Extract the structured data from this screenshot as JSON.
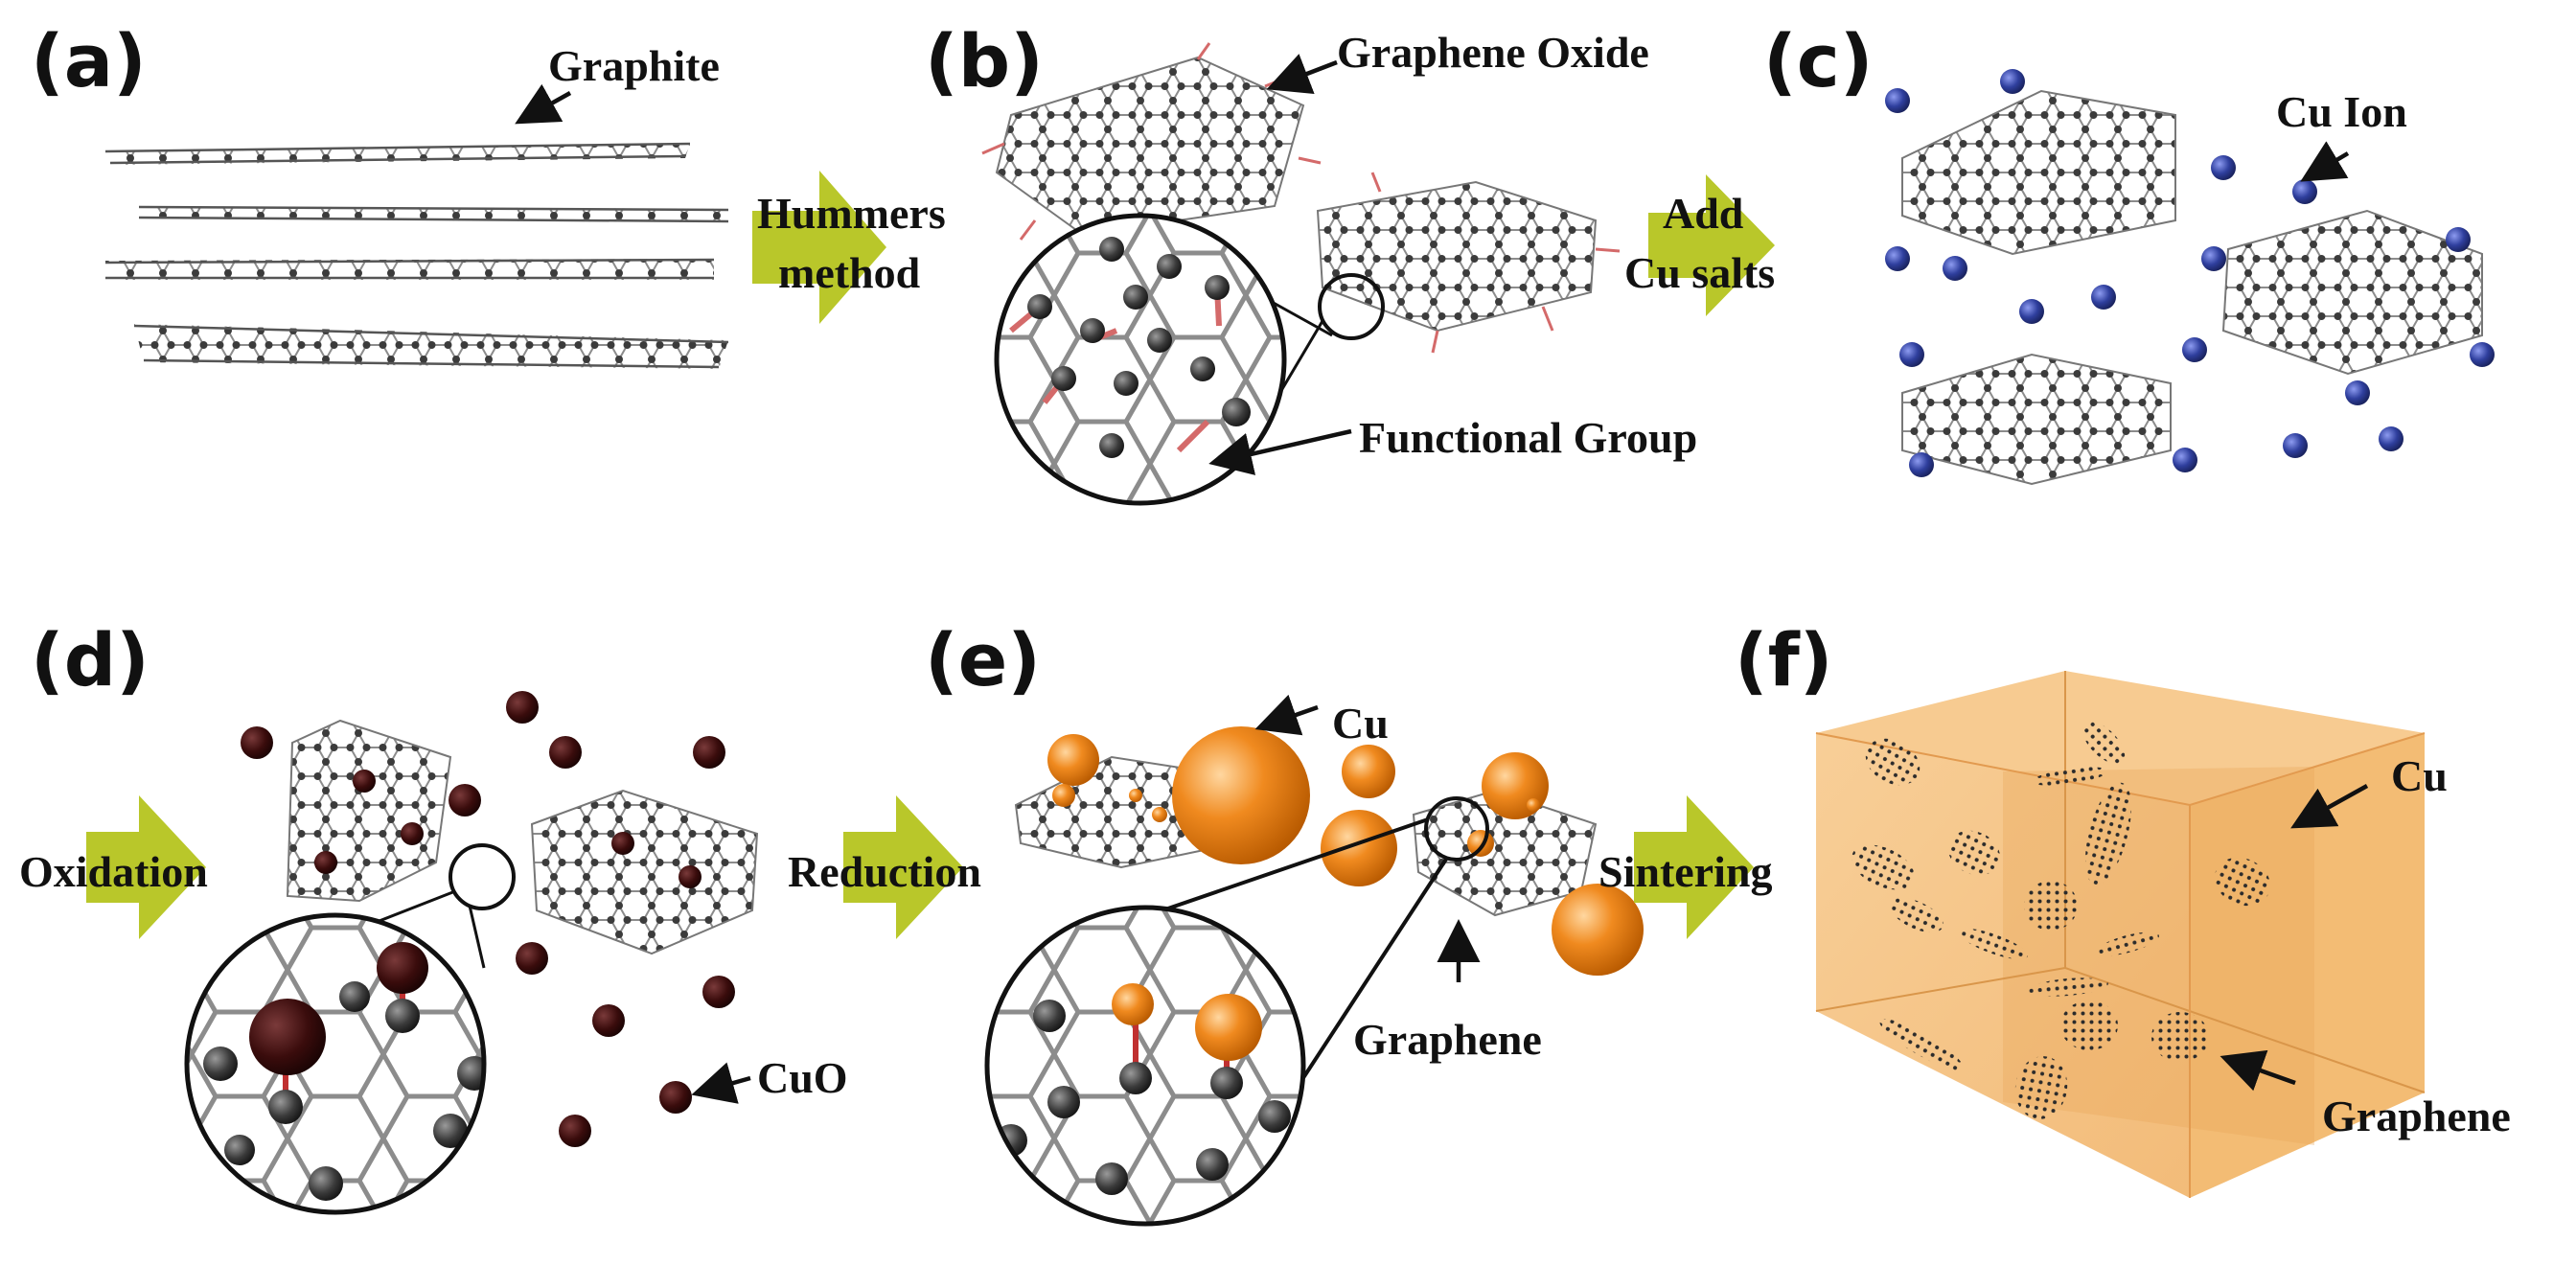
{
  "panels": {
    "a": {
      "letter": "(a)",
      "label": "Graphite"
    },
    "b": {
      "letter": "(b)",
      "label_top": "Graphene Oxide",
      "label_zoom": "Functional Group"
    },
    "c": {
      "letter": "(c)",
      "label": "Cu Ion"
    },
    "d": {
      "letter": "(d)",
      "label": "CuO"
    },
    "e": {
      "letter": "(e)",
      "label_metal": "Cu",
      "label_sheet": "Graphene"
    },
    "f": {
      "letter": "(f)",
      "label_metal": "Cu",
      "label_sheet": "Graphene"
    }
  },
  "steps": {
    "hummers": {
      "line1": "Hummers",
      "line2": "method"
    },
    "add_cu": {
      "line1": "Add",
      "line2": "Cu salts"
    },
    "oxidation": "Oxidation",
    "reduction": "Reduction",
    "sintering": "Sintering"
  },
  "colors": {
    "process_arrow": "#b9c72a",
    "cu_ion": "#2f3f9e",
    "cuo": "#3a0c0c",
    "cu_particle": "#f08a1f",
    "cube": "#f5c07e",
    "carbon": "#3b3b3b",
    "oxygen_bond": "#d46a6a"
  }
}
